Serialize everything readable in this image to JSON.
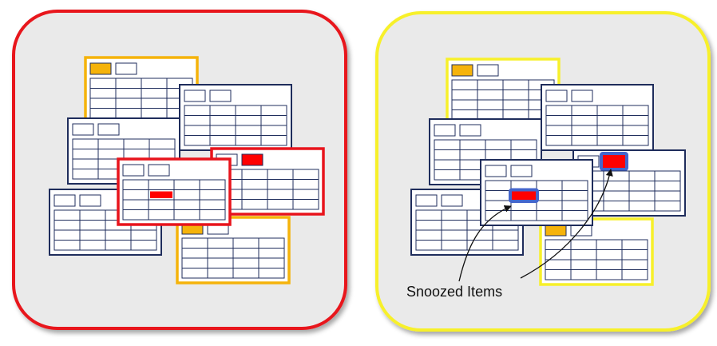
{
  "diagram": {
    "annotation": "Snoozed Items",
    "colors": {
      "panel_fill": "#eaeaea",
      "alert_panel_border": "#e8141c",
      "snoozed_panel_border": "#f7f02a",
      "card_border_default": "#1f2d5c",
      "card_border_warning": "#f5b30b",
      "card_border_alert": "#e8141c",
      "card_border_snoozed": "#f7f02a",
      "highlight_warning": "#f5b30b",
      "highlight_alert": "#ff0000",
      "snooze_ring": "#4466cc",
      "grid_line": "#1f2d5c",
      "card_fill": "#ffffff"
    },
    "panels": [
      {
        "name": "alert-panel",
        "cards": [
          {
            "name": "card-top-warning",
            "border": "warning",
            "tab": "warning",
            "cell": null
          },
          {
            "name": "card-right-top",
            "border": "default",
            "tab": null,
            "cell": null
          },
          {
            "name": "card-left-middle",
            "border": "default",
            "tab": null,
            "cell": null
          },
          {
            "name": "card-bottom-left",
            "border": "default",
            "tab": null,
            "cell": null
          },
          {
            "name": "card-bottom-right-warning",
            "border": "warning",
            "tab": "warning",
            "cell": null
          },
          {
            "name": "card-right-alert",
            "border": "alert",
            "tab": "alert",
            "cell": null
          },
          {
            "name": "card-center-alert",
            "border": "alert",
            "tab": null,
            "cell": "alert"
          }
        ]
      },
      {
        "name": "snoozed-panel",
        "cards": [
          {
            "name": "card-top-snoozed",
            "border": "snoozed",
            "tab": "warning",
            "cell": null
          },
          {
            "name": "card-right-top",
            "border": "default",
            "tab": null,
            "cell": null
          },
          {
            "name": "card-left-middle",
            "border": "default",
            "tab": null,
            "cell": null
          },
          {
            "name": "card-bottom-left",
            "border": "default",
            "tab": null,
            "cell": null
          },
          {
            "name": "card-bottom-right-snoozed",
            "border": "snoozed",
            "tab": "warning",
            "cell": null
          },
          {
            "name": "card-right-snoozed",
            "border": "default",
            "tab": "snoozed-alert",
            "cell": null
          },
          {
            "name": "card-center-snoozed",
            "border": "default",
            "tab": null,
            "cell": "snoozed-alert"
          }
        ]
      }
    ]
  }
}
